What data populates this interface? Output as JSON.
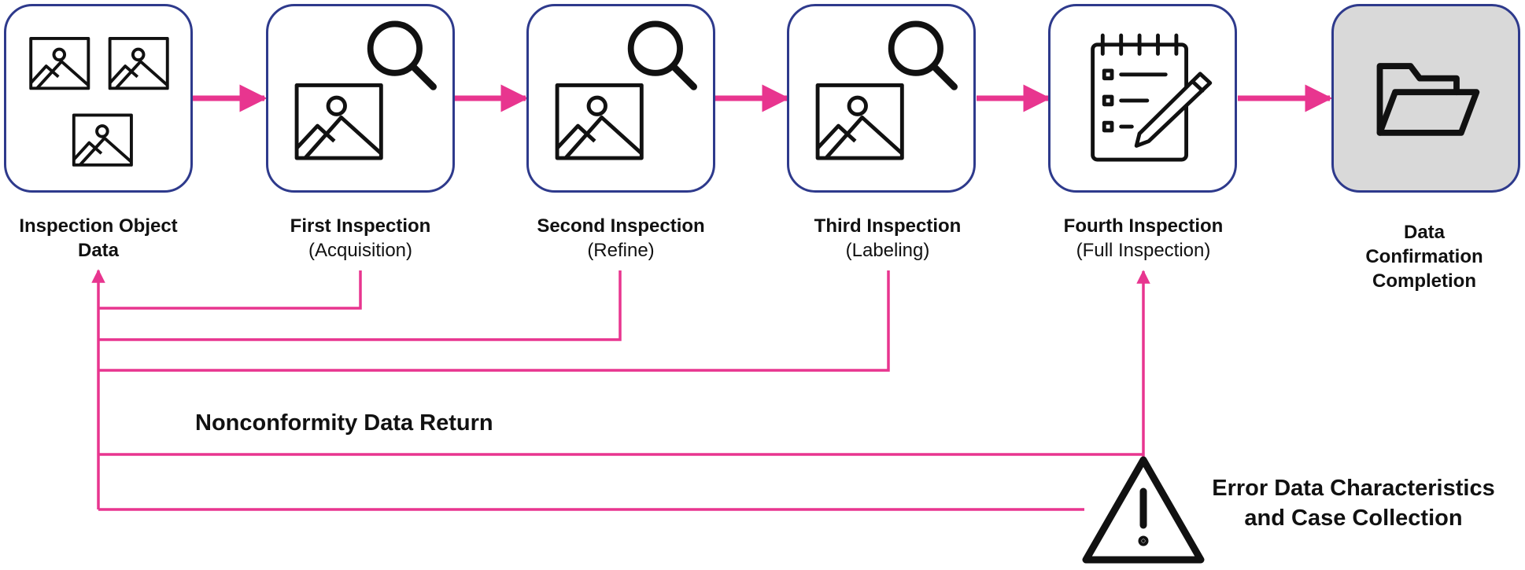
{
  "colors": {
    "flow": "#e8358f",
    "border": "#2e3a8c",
    "final_fill": "#d9d9d9",
    "icon": "#111111"
  },
  "stages": [
    {
      "title": "Inspection Object Data",
      "subtitle": "",
      "icons": [
        "image-icon",
        "image-icon",
        "image-icon"
      ]
    },
    {
      "title": "First Inspection",
      "subtitle": "(Acquisition)",
      "icons": [
        "magnifier-icon",
        "image-icon"
      ]
    },
    {
      "title": "Second Inspection",
      "subtitle": "(Refine)",
      "icons": [
        "magnifier-icon",
        "image-icon"
      ]
    },
    {
      "title": "Third Inspection",
      "subtitle": "(Labeling)",
      "icons": [
        "magnifier-icon",
        "image-icon"
      ]
    },
    {
      "title": "Fourth Inspection",
      "subtitle": "(Full Inspection)",
      "icons": [
        "checklist-pencil-icon"
      ]
    },
    {
      "title": "Data Confirmation Completion",
      "subtitle": "",
      "icons": [
        "folder-icon"
      ]
    }
  ],
  "feedback_label": "Nonconformity Data Return",
  "error_label_line1": "Error Data Characteristics",
  "error_label_line2": "and Case Collection",
  "error_icon": "warning-triangle-icon"
}
